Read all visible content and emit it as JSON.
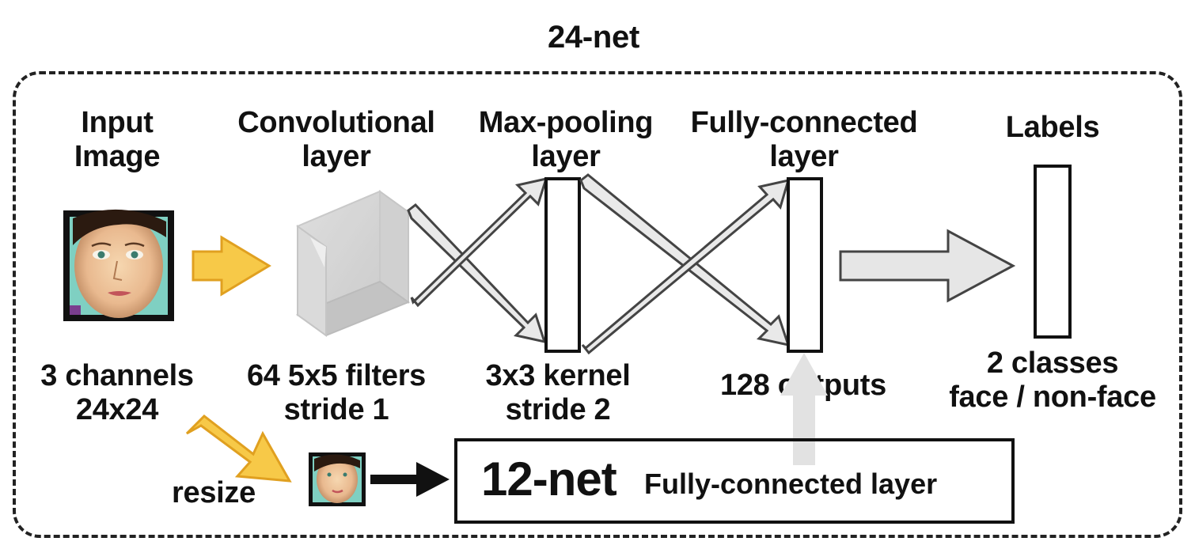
{
  "title": "24-net",
  "stages": {
    "input": {
      "heading": [
        "Input",
        "Image"
      ],
      "desc": [
        "3 channels",
        "24x24"
      ]
    },
    "conv": {
      "heading": [
        "Convolutional",
        "layer"
      ],
      "desc": [
        "64 5x5 filters",
        "stride 1"
      ]
    },
    "pool": {
      "heading": [
        "Max-pooling",
        "layer"
      ],
      "desc": [
        "3x3 kernel",
        "stride 2"
      ]
    },
    "fc": {
      "heading": [
        "Fully-connected",
        "layer"
      ],
      "desc": [
        "128 outputs"
      ]
    },
    "labels": {
      "heading": [
        "Labels"
      ],
      "desc": [
        "2 classes",
        "face / non-face"
      ]
    }
  },
  "resize_label": "resize",
  "subnet": {
    "name": "12-net",
    "layer": "Fully-connected layer"
  },
  "colors": {
    "yellow_arrow": "#f7c948",
    "yellow_arrow_stroke": "#e0a020",
    "gray_arrow": "#e6e6e6",
    "cube": "#d0d0d0",
    "dashed_border": "#222222"
  },
  "icons": [
    "face-image",
    "cube-icon"
  ]
}
